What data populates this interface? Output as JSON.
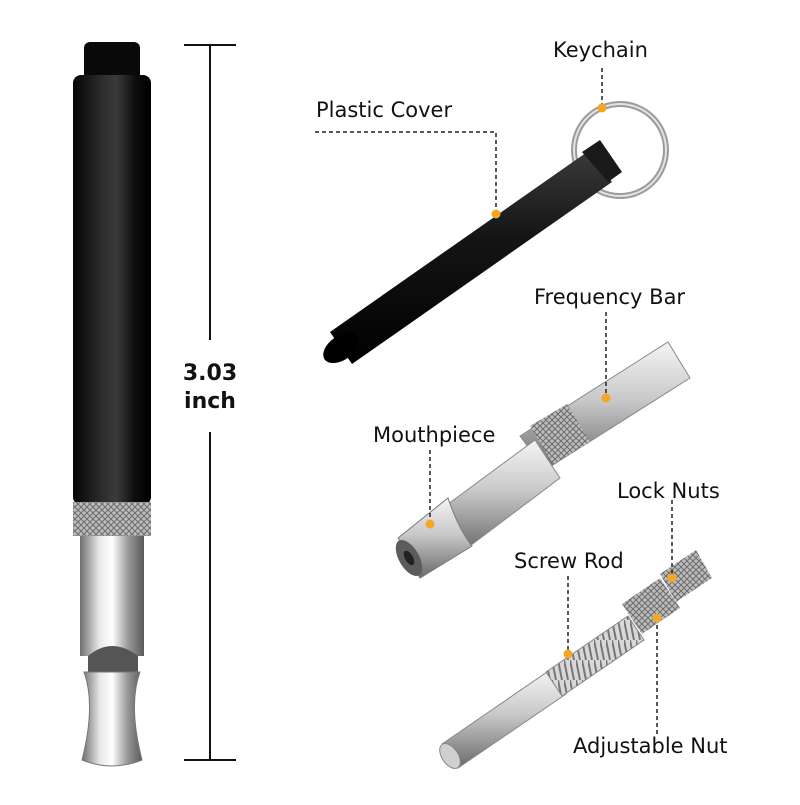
{
  "dimension": {
    "value": "3.03",
    "unit": "inch"
  },
  "labels": {
    "keychain": "Keychain",
    "plastic_cover": "Plastic Cover",
    "frequency_bar": "Frequency Bar",
    "mouthpiece": "Mouthpiece",
    "lock_nuts": "Lock Nuts",
    "screw_rod": "Screw Rod",
    "adjustable_nut": "Adjustable Nut"
  },
  "colors": {
    "callout_dot": "#f5a623",
    "whistle_body": "#111111",
    "metal": "#c0c0c0"
  }
}
